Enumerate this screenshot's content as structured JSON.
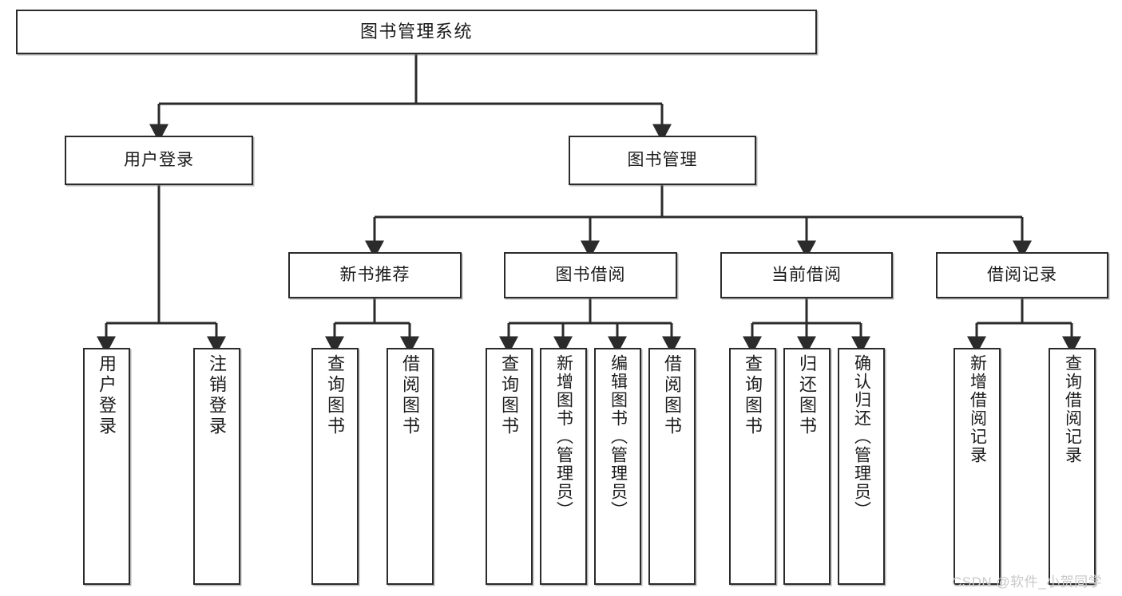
{
  "diagram": {
    "type": "tree",
    "title": "图书管理系统",
    "orientation": "top-down",
    "colors": {
      "node_border": "#2b2b2b",
      "node_fill": "#ffffff",
      "edge": "#2b2b2b",
      "text": "#1b1b1b",
      "watermark": "#c9c9c9"
    }
  },
  "root": {
    "label": "图书管理系统"
  },
  "level1": [
    {
      "id": "user-login",
      "label": "用户登录"
    },
    {
      "id": "book-manage",
      "label": "图书管理"
    }
  ],
  "level2": [
    {
      "id": "new-book-recommend",
      "label": "新书推荐",
      "parent": "book-manage"
    },
    {
      "id": "book-borrow",
      "label": "图书借阅",
      "parent": "book-manage"
    },
    {
      "id": "current-borrow",
      "label": "当前借阅",
      "parent": "book-manage"
    },
    {
      "id": "borrow-record",
      "label": "借阅记录",
      "parent": "book-manage"
    }
  ],
  "leaves": {
    "user_login": [
      {
        "id": "leaf-user-login",
        "label": "用户登录"
      },
      {
        "id": "leaf-logout",
        "label": "注销登录"
      }
    ],
    "new_book_recommend": [
      {
        "id": "leaf-query-book-1",
        "label": "查询图书"
      },
      {
        "id": "leaf-borrow-book-1",
        "label": "借阅图书"
      }
    ],
    "book_borrow": [
      {
        "id": "leaf-query-book-2",
        "label": "查询图书"
      },
      {
        "id": "leaf-add-book",
        "label": "新增图书（管理员）"
      },
      {
        "id": "leaf-edit-book",
        "label": "编辑图书（管理员）"
      },
      {
        "id": "leaf-borrow-book-2",
        "label": "借阅图书"
      }
    ],
    "current_borrow": [
      {
        "id": "leaf-query-book-3",
        "label": "查询图书"
      },
      {
        "id": "leaf-return-book",
        "label": "归还图书"
      },
      {
        "id": "leaf-confirm-return",
        "label": "确认归还（管理员）"
      }
    ],
    "borrow_record": [
      {
        "id": "leaf-add-record",
        "label": "新增借阅记录"
      },
      {
        "id": "leaf-query-record",
        "label": "查询借阅记录"
      }
    ]
  },
  "watermark": {
    "text": "CSDN @软件_小贺同学"
  }
}
